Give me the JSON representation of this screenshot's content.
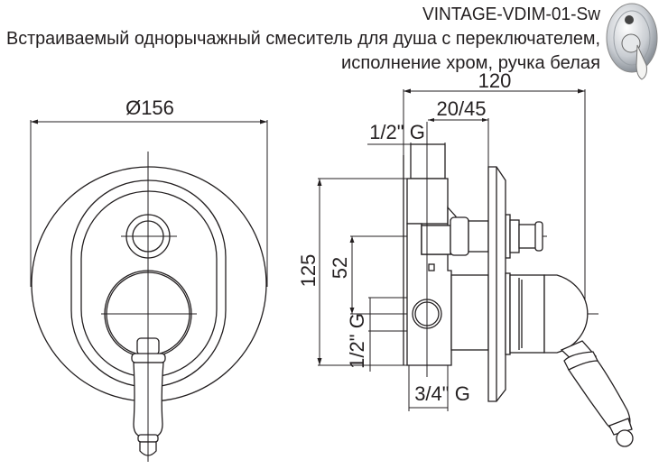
{
  "header": {
    "model": "VINTAGE-VDIM-01-Sw",
    "description_line1": "Встраиваемый однорычажный смеситель для душа с переключателем,",
    "description_line2": "исполнение хром, ручка белая"
  },
  "front_view": {
    "diameter_label": "Ø156"
  },
  "side_view": {
    "depth_label": "120",
    "install_depth_label": "20/45",
    "top_outlet_label": "1/2\" G",
    "height_label": "125",
    "axis_distance_label": "52",
    "side_outlet_label": "1/2\" G",
    "bottom_inlet_label": "3/4\" G"
  },
  "colors": {
    "line": "#231f20",
    "background": "#ffffff"
  }
}
